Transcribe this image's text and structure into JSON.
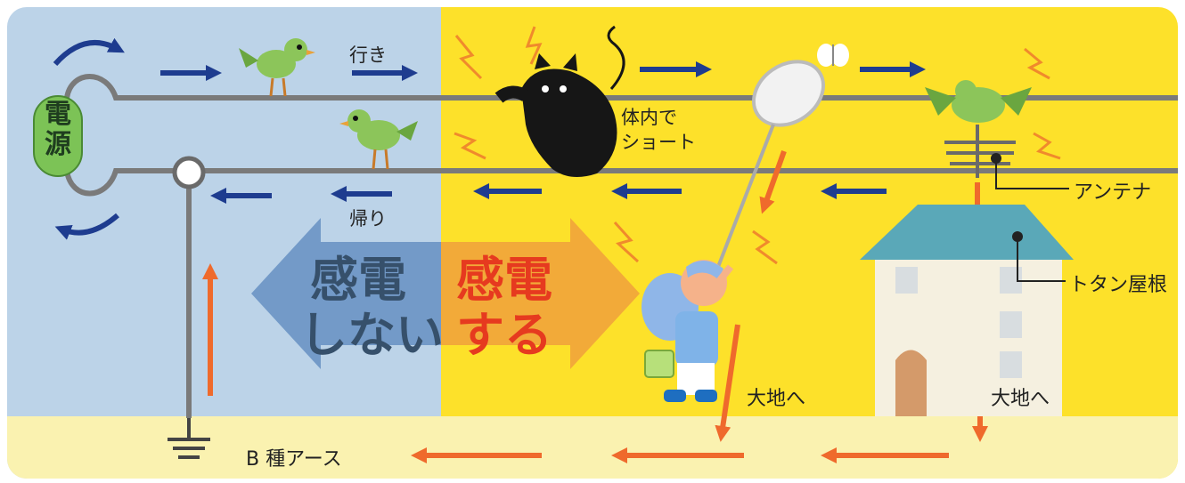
{
  "power_source": {
    "line1": "電",
    "line2": "源"
  },
  "labels": {
    "going": "行き",
    "returning": "帰り",
    "short_in_body": [
      "体内で",
      "ショート"
    ],
    "antenna": "アンテナ",
    "tin_roof": "トタン屋根",
    "to_ground_person": "大地へ",
    "to_ground_house": "大地へ",
    "b_type_earth": "B 種アース"
  },
  "shock_arrow": {
    "no_shock_line1": "感電",
    "no_shock_line2": "しない",
    "shock_line1": "感電",
    "shock_line2": "する"
  },
  "colors": {
    "left_panel": "#bcd3e8",
    "right_panel": "#fde12a",
    "ground_band": "#faf2b0",
    "wire": "#7a7a7a",
    "blue_arrow": "#1e3c8f",
    "orange_arrow": "#ef6a2c",
    "no_shock_arrow": "#6a94c4",
    "shock_arrow": "#f1a73a",
    "no_shock_text": "#36506b",
    "shock_text": "#e63a1f",
    "roof": "#5aa8b8",
    "house_wall": "#f5f0e0"
  }
}
